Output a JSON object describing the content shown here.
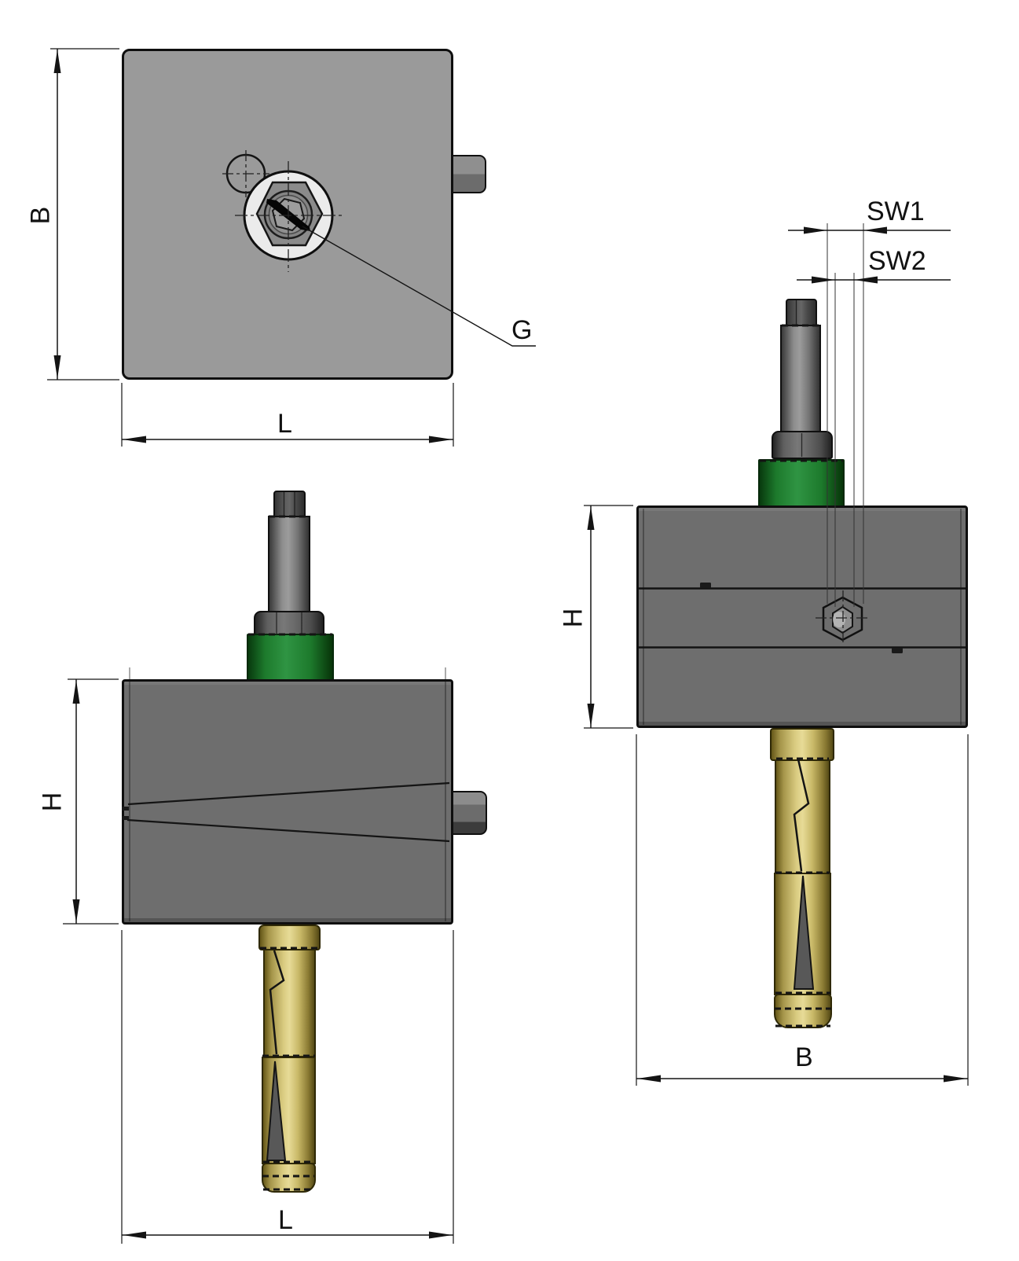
{
  "drawing": {
    "type": "technical-drawing-three-views",
    "views": {
      "top": {
        "dim_width": "B",
        "dim_length": "L",
        "thread_label": "G"
      },
      "front": {
        "dim_height": "H",
        "dim_length": "L"
      },
      "side": {
        "dim_height": "H",
        "dim_width": "B",
        "dim_wrench_outer": "SW1",
        "dim_wrench_inner": "SW2"
      }
    },
    "colors": {
      "background": "#ffffff",
      "line": "#141414",
      "plate_gray": "#9a9a9a",
      "block_gray": "#6e6e6e",
      "washer_light": "#ebebeb",
      "seal_green": "#1d7a2c",
      "anchor_brass": "#c9b968",
      "wedge_gray": "#585858",
      "steel_dark": "#4c4c4c"
    }
  }
}
